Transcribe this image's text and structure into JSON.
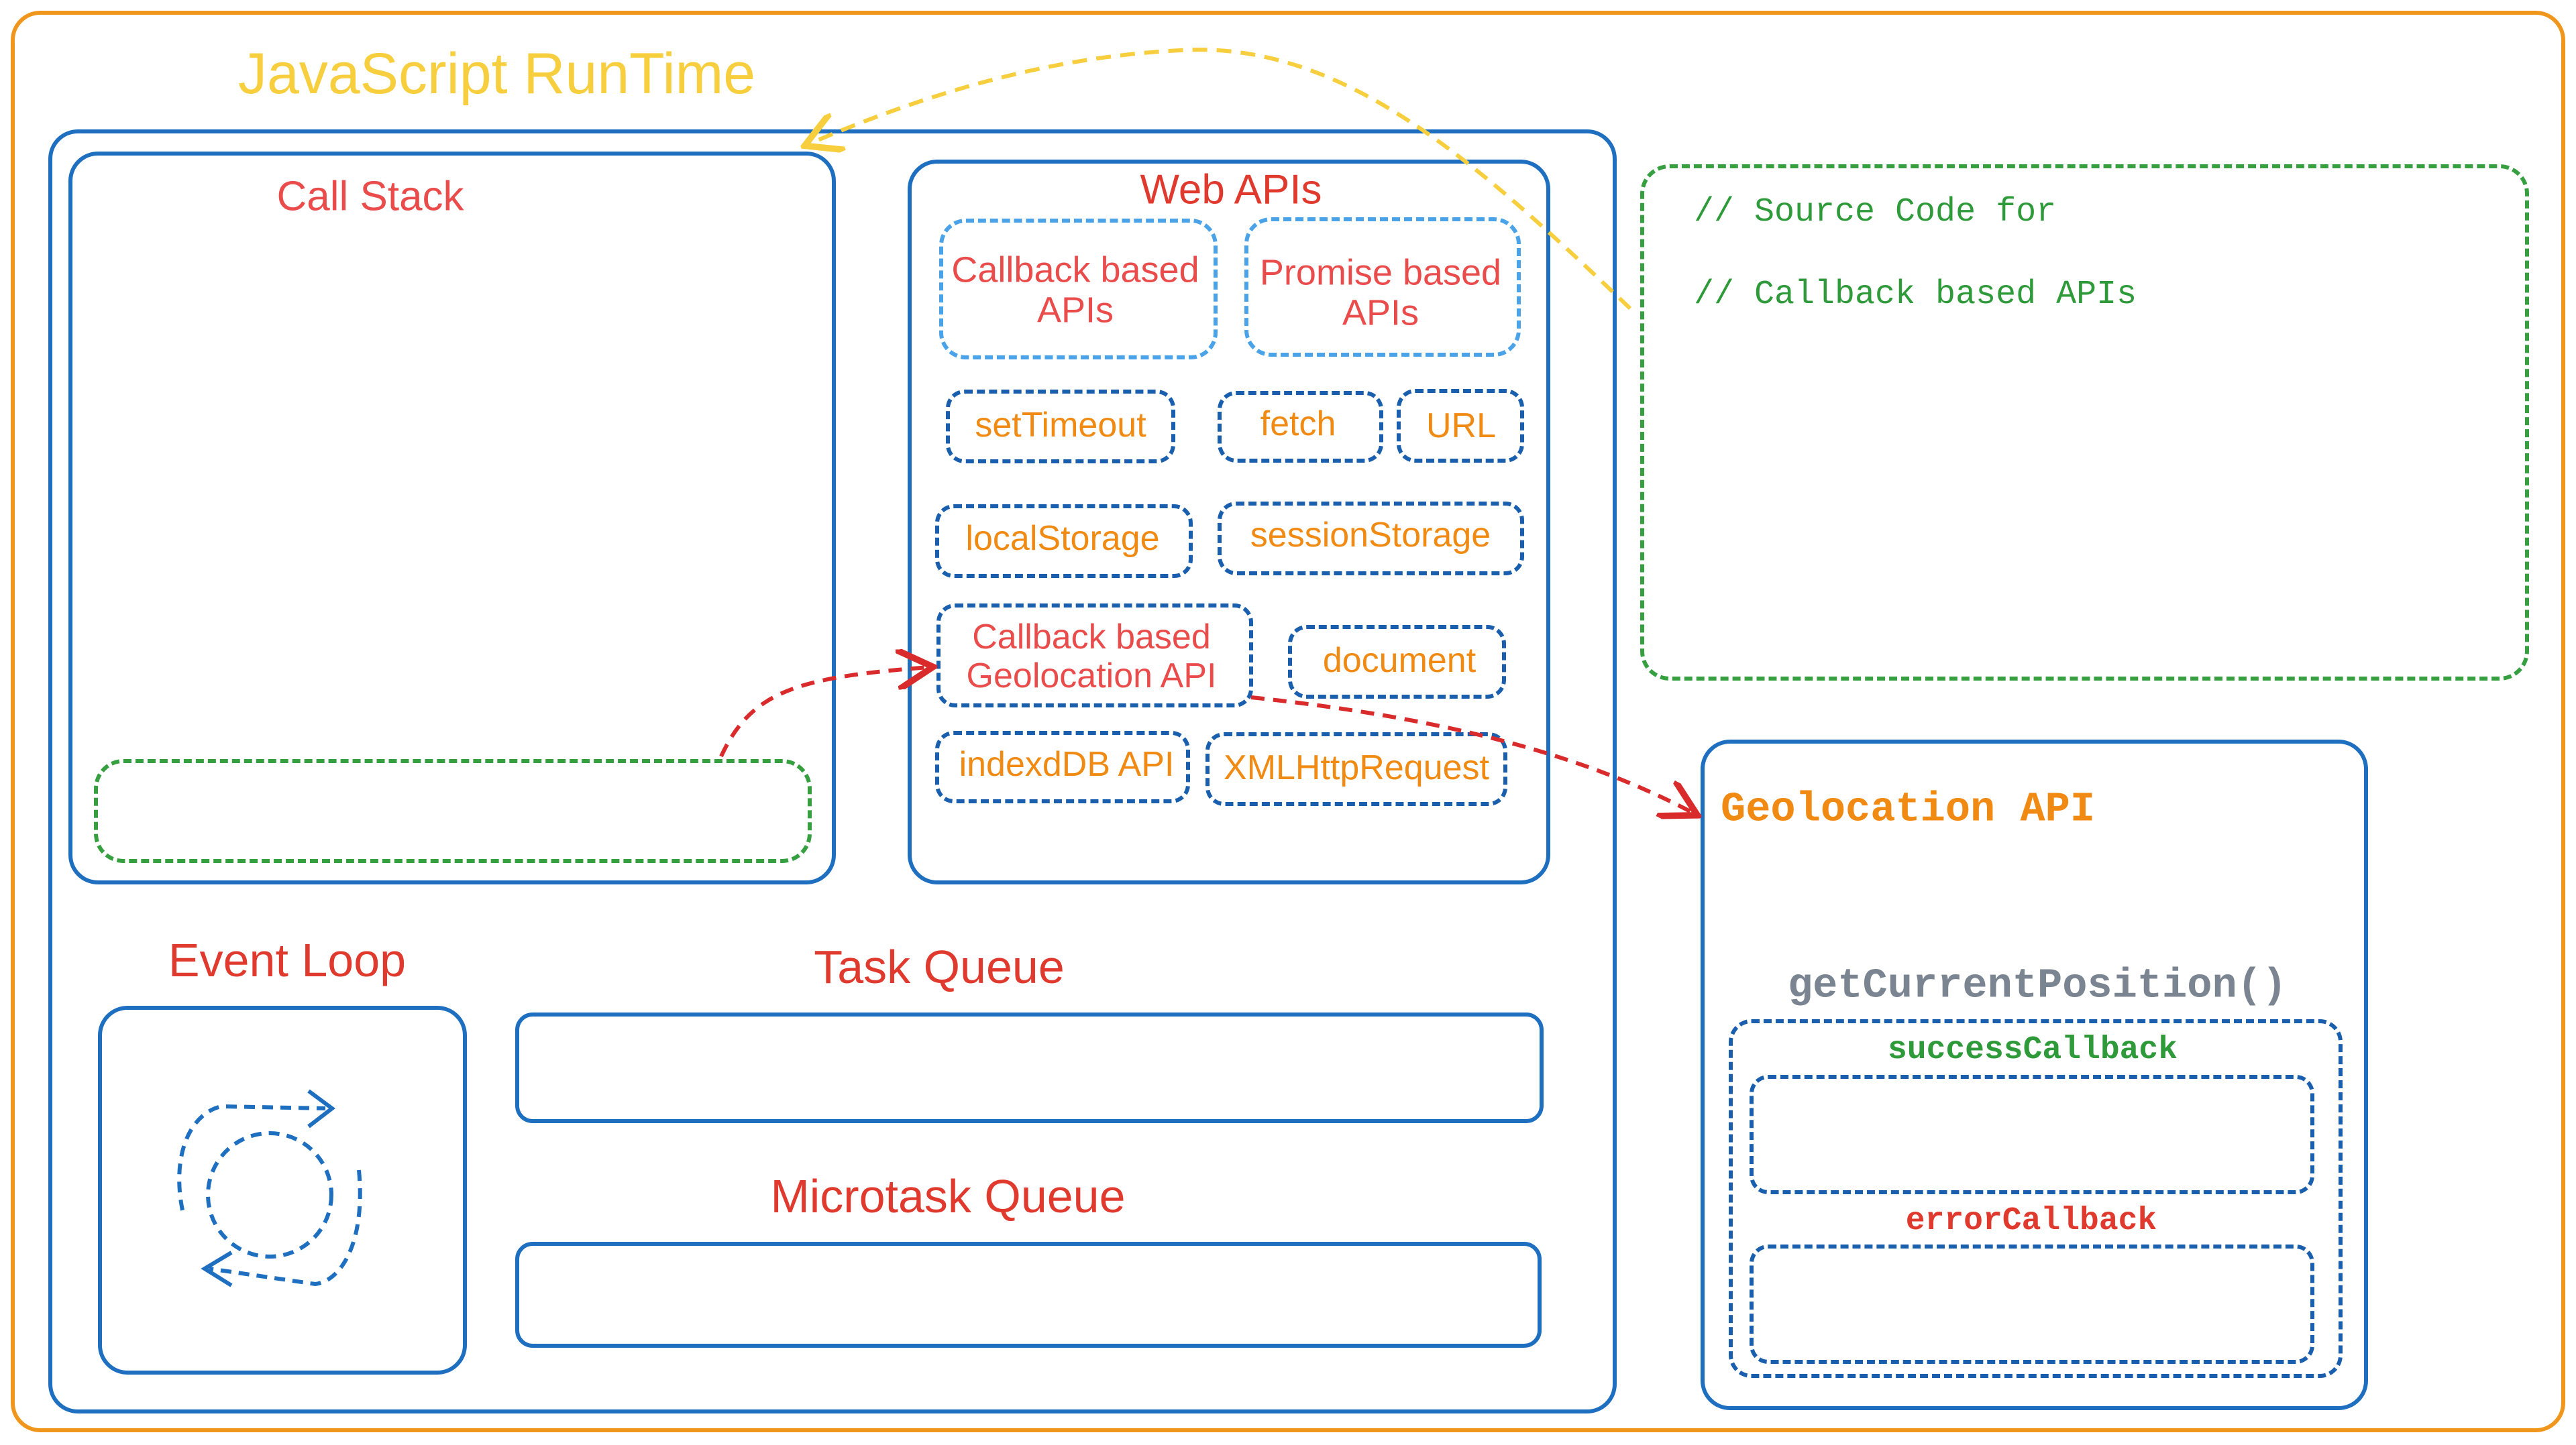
{
  "runtime": {
    "title": "JavaScript RunTime"
  },
  "call_stack": {
    "title": "Call Stack"
  },
  "web_apis": {
    "title": "Web APIs",
    "callback_based": "Callback based\nAPIs",
    "promise_based": "Promise based\nAPIs",
    "items": {
      "set_timeout": "setTimeout",
      "fetch": "fetch",
      "url": "URL",
      "local_storage": "localStorage",
      "session_storage": "sessionStorage",
      "geolocation": "Callback based\nGeolocation API",
      "document": "document",
      "indexed_db": "indexdDB API",
      "xhr": "XMLHttpRequest"
    }
  },
  "event_loop": {
    "title": "Event Loop"
  },
  "task_queue": {
    "title": "Task Queue"
  },
  "microtask_queue": {
    "title": "Microtask Queue"
  },
  "source_code": {
    "line1": "// Source Code for",
    "line2": "// Callback based APIs"
  },
  "geolocation_api": {
    "title": "Geolocation API",
    "method": "getCurrentPosition()",
    "success": "successCallback",
    "error": "errorCallback"
  },
  "colors": {
    "outer_border": "#f0961c",
    "blue_border": "#1e6fc0",
    "green_dash": "#36a040",
    "red_text": "#e03a2e",
    "orange_text": "#f08a12",
    "yellow_title": "#f7cf3e",
    "red_arrow": "#d92b2b",
    "yellow_arrow": "#f7cf3e"
  }
}
